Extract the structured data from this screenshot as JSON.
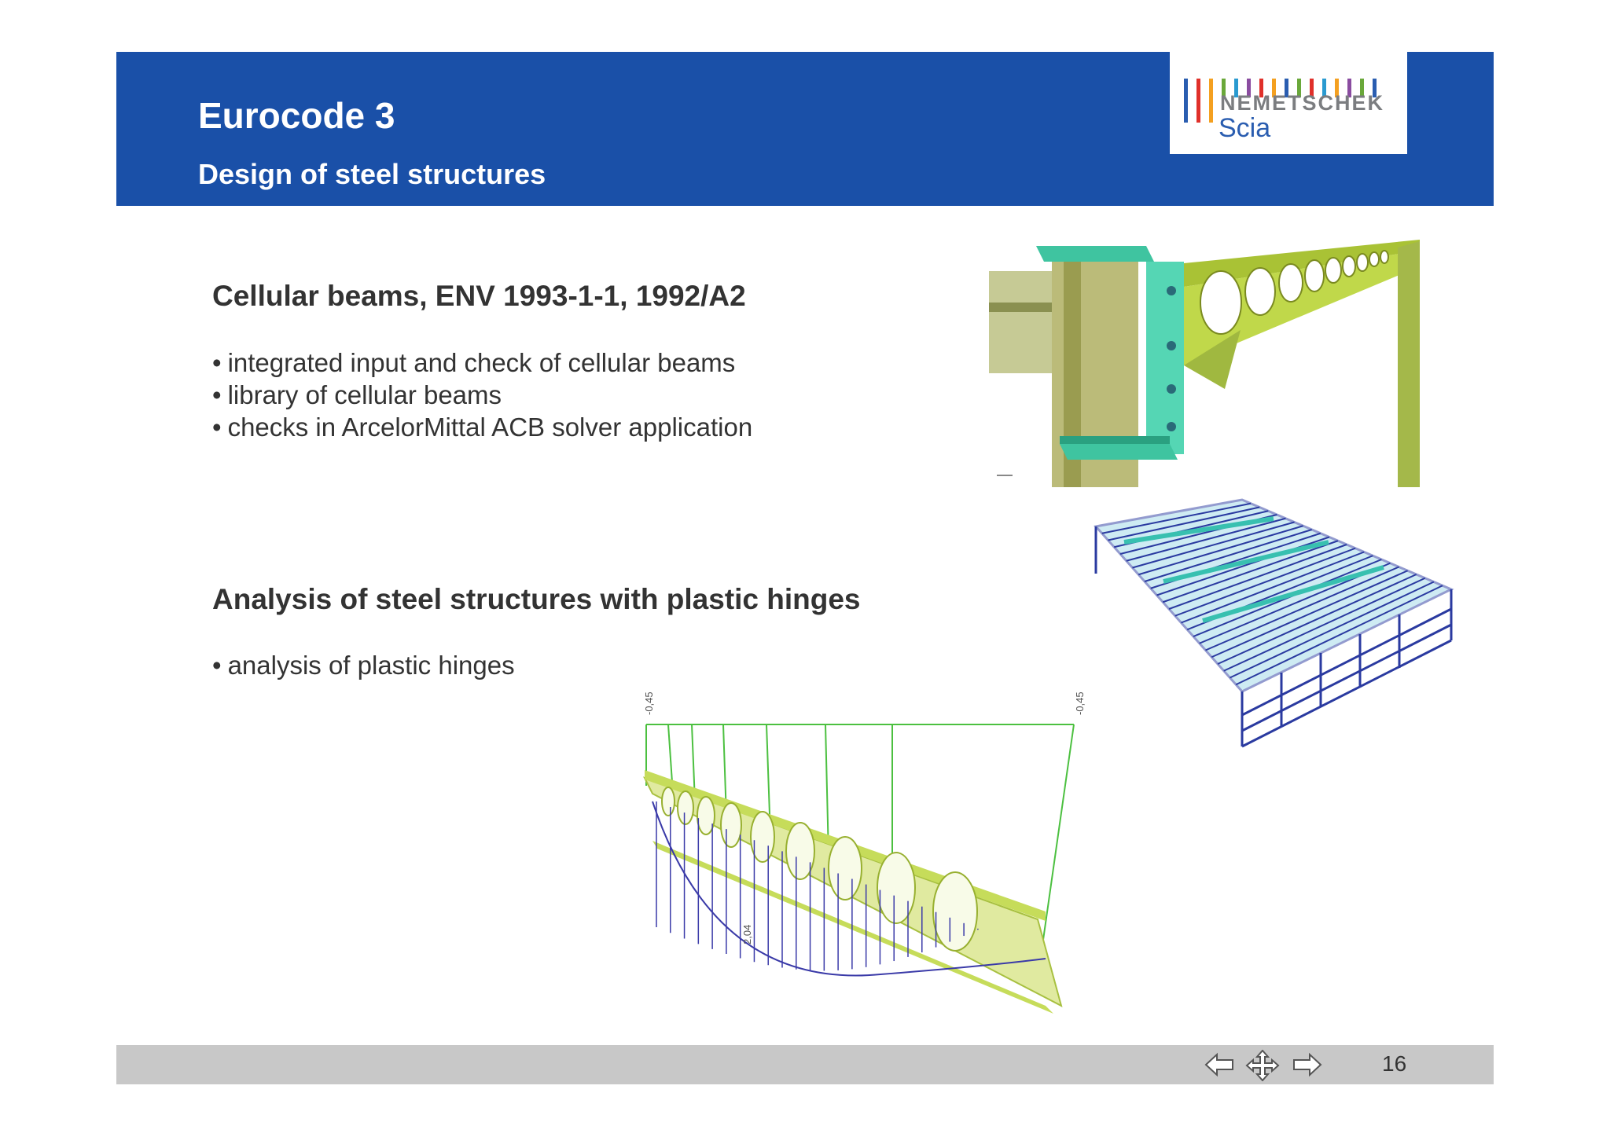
{
  "header": {
    "title": "Eurocode 3",
    "subtitle": "Design of steel structures",
    "background_color": "#1a50a8"
  },
  "logo": {
    "word": "NEMETSCHEK",
    "sub": "Scia",
    "bar_colors": [
      "#2a5db0",
      "#e0302a",
      "#f4a020",
      "#6aa83a",
      "#2a9ad0",
      "#8a4ca0",
      "#e0302a",
      "#f4a020",
      "#2a5db0",
      "#6aa83a",
      "#e0302a",
      "#2a9ad0",
      "#f4a020",
      "#8a4ca0",
      "#6aa83a",
      "#2a5db0"
    ]
  },
  "section1": {
    "heading": "Cellular beams, ENV 1993-1-1, 1992/A2",
    "bullets": [
      "integrated input and check of cellular beams",
      "library of cellular beams",
      "checks in ArcelorMittal ACB solver application"
    ]
  },
  "section2": {
    "heading": "Analysis of steel structures with plastic hinges",
    "bullets": [
      "analysis of plastic hinges"
    ]
  },
  "figures": {
    "connection": "cellular-beam-connection-render",
    "frame": "steel-hall-frame-render",
    "beam": "plastic-hinge-beam-render",
    "beam_labels": [
      "-0,45",
      "-0,45",
      "2,04"
    ]
  },
  "footer": {
    "page_number": "16",
    "nav_icons": [
      "arrow-left-icon",
      "move-icon",
      "arrow-right-icon"
    ],
    "background_color": "#c8c8c8"
  }
}
